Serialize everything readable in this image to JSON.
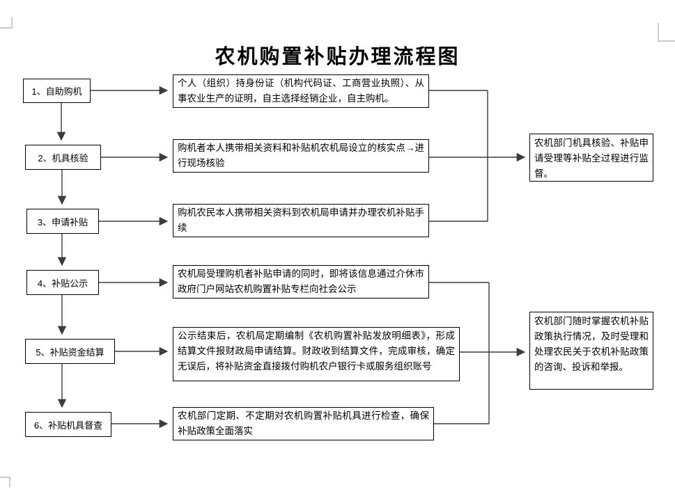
{
  "title": "农机购置补贴办理流程图",
  "steps": [
    {
      "label": "1、自助购机",
      "desc": "个人（组织）持身份证（机构代码证、工商营业执照）、从事农业生产的证明，自主选择经销企业，自主购机。"
    },
    {
      "label": "2、机具核验",
      "desc": "购机者本人携带相关资料和补贴机农机局设立的核实点→进行现场核验"
    },
    {
      "label": "3、申请补贴",
      "desc": "购机农民本人携带相关资料到农机局申请并办理农机补贴手续"
    },
    {
      "label": "4、补贴公示",
      "desc": "农机局受理购机者补贴申请的同时，即将该信息通过介休市政府门户网站农机购置补贴专栏向社会公示"
    },
    {
      "label": "5、补贴资金结算",
      "desc": "公示结束后，农机局定期编制《农机购置补贴发放明细表》，形成结算文件报财政局申请结算。财政收到结算文件，完成审核，确定无误后，将补贴资金直接拨付购机农户银行卡或服务组织账号"
    },
    {
      "label": "6、补贴机具督查",
      "desc": "农机部门定期、不定期对农机购置补贴机具进行检查，确保补贴政策全面落实"
    }
  ],
  "side_notes": [
    {
      "text": "农机部门机具核验、补贴申请受理等补贴全过程进行监督。"
    },
    {
      "text": "农机部门随时掌握农机补贴政策执行情况，及时受理和处理农民关于农机补贴政策的咨询、投诉和举报。"
    }
  ],
  "colors": {
    "line": "#3c3c3c",
    "border": "#000000",
    "crop_mark": "#a9a9a9"
  }
}
